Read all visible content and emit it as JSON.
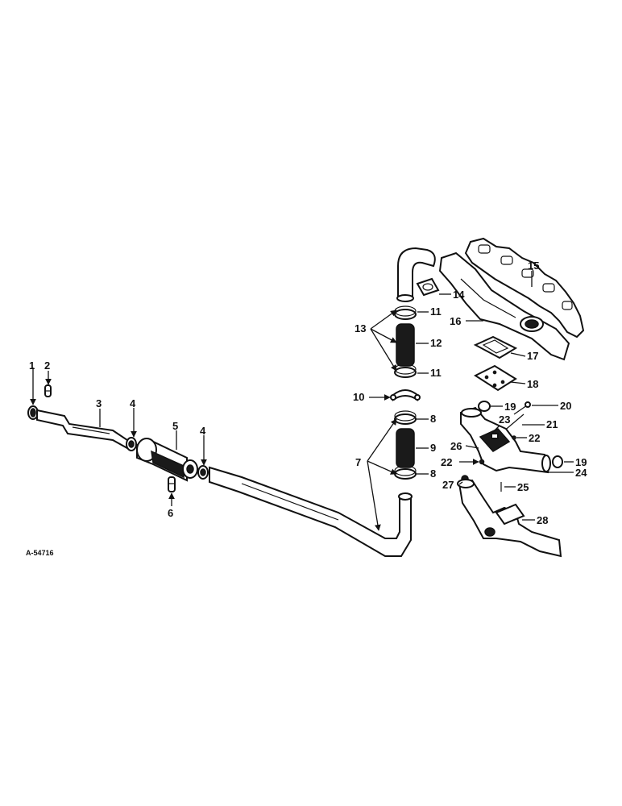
{
  "diagram": {
    "reference_code": "A-54716",
    "callouts": [
      "1",
      "2",
      "3",
      "4",
      "4",
      "5",
      "6",
      "7",
      "8",
      "8",
      "9",
      "10",
      "11",
      "11",
      "12",
      "13",
      "14",
      "15",
      "16",
      "17",
      "18",
      "19",
      "19",
      "20",
      "21",
      "22",
      "22",
      "23",
      "24",
      "25",
      "26",
      "27",
      "28"
    ]
  },
  "colors": {
    "ink": "#111111",
    "paper": "#ffffff"
  }
}
